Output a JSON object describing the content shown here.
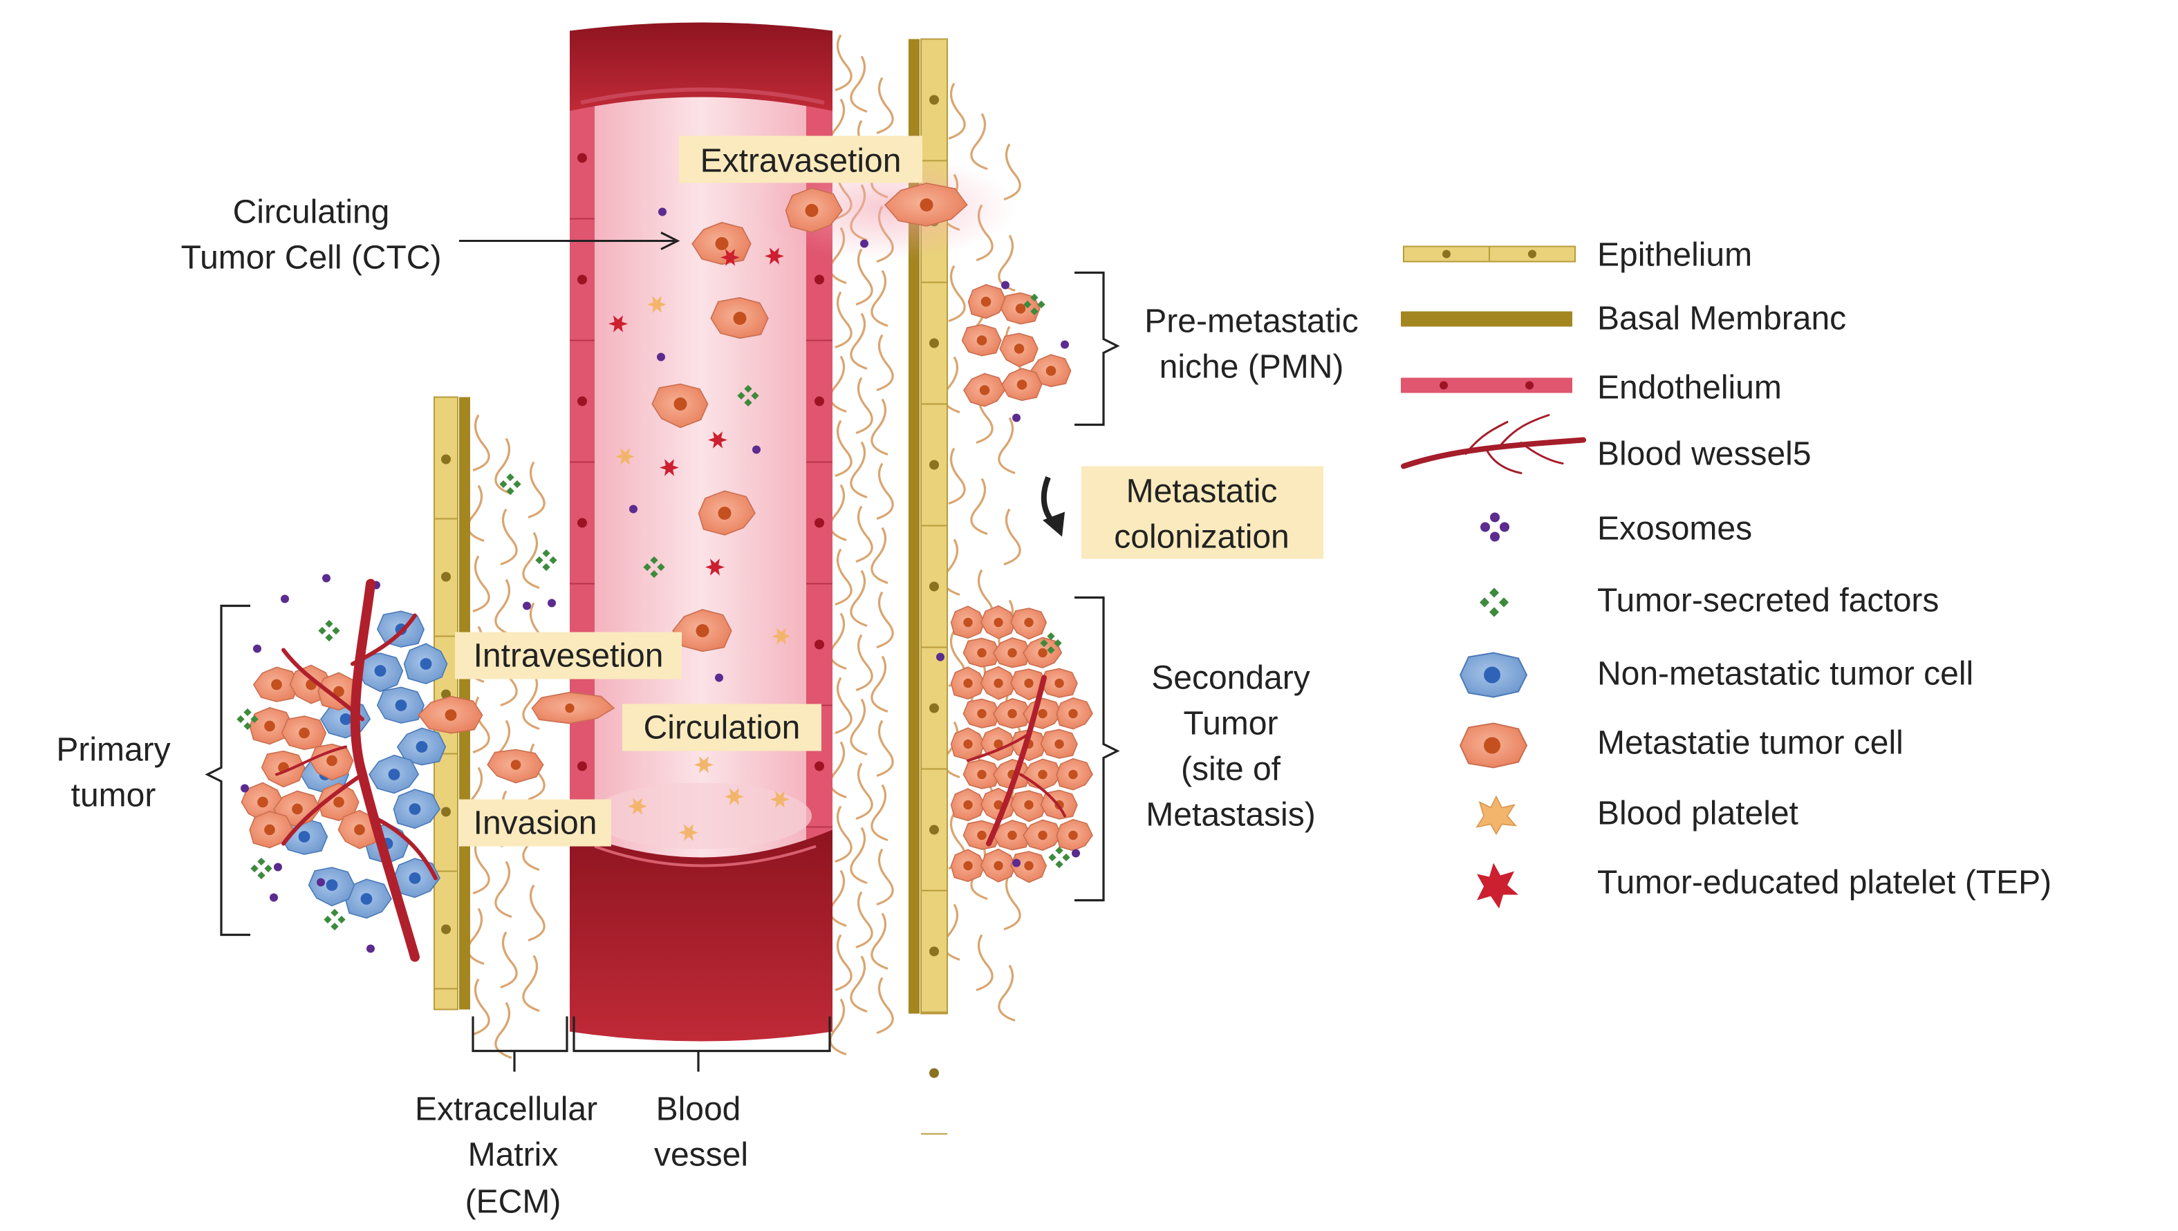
{
  "colors": {
    "background": "#ffffff",
    "epithelium": "#e9d27a",
    "epithelium_edge": "#b89b3c",
    "basal_membrane": "#a3861f",
    "endothelium": "#e0566f",
    "endothelium_dot": "#9c1424",
    "vessel_dark": "#a51d2a",
    "vessel_lumen": "#f6c8cf",
    "metastatic_cell": "#ef9373",
    "metastatic_nucleus": "#c4501f",
    "nonmetastatic_cell": "#7ba3d5",
    "nonmetastatic_nucleus": "#2f63b8",
    "exosome": "#5b2b8f",
    "tumor_factor": "#3d8a3d",
    "platelet": "#f2b56b",
    "tep": "#cc1f2f",
    "ecm_fiber": "#d9a570",
    "label_box": "#faeabd",
    "text": "#222222"
  },
  "labels": {
    "circulating_tumor_cell": [
      "Circulating",
      "Tumor Cell (CTC)"
    ],
    "extravasation": "Extravasetion",
    "intravasation": "Intravesetion",
    "circulation": "Circulation",
    "invasion": "Invasion",
    "pre_metastatic_niche": [
      "Pre-metastatic",
      "niche (PMN)"
    ],
    "metastatic_colonization": [
      "Metastatic",
      "colonization"
    ],
    "secondary_tumor": [
      "Secondary",
      "Tumor",
      "(site of",
      "Metastasis)"
    ],
    "primary_tumor": [
      "Primary",
      "tumor"
    ],
    "extracellular_matrix": [
      "Extracellular",
      "Matrix",
      "(ECM)"
    ],
    "blood_vessel": [
      "Blood",
      "vessel"
    ]
  },
  "legend": [
    {
      "key": "epithelium",
      "icon": "epithelium-bar",
      "label": "Epithelium"
    },
    {
      "key": "basal",
      "icon": "basal-membrane-bar",
      "label": "Basal Membranc"
    },
    {
      "key": "endothelium",
      "icon": "endothelium-bar",
      "label": "Endothelium"
    },
    {
      "key": "vessel",
      "icon": "blood-vessel-branch",
      "label": "Blood wessel5"
    },
    {
      "key": "exosomes",
      "icon": "exosome-cluster",
      "label": "Exosomes"
    },
    {
      "key": "factors",
      "icon": "tumor-factor-cluster",
      "label": "Tumor-secreted factors"
    },
    {
      "key": "nonmet",
      "icon": "non-metastatic-cell",
      "label": "Non-metastatic tumor cell"
    },
    {
      "key": "met",
      "icon": "metastatic-cell",
      "label": "Metastatie tumor cell"
    },
    {
      "key": "platelet",
      "icon": "blood-platelet",
      "label": "Blood platelet"
    },
    {
      "key": "tep",
      "icon": "tumor-educated-platelet",
      "label": "Tumor-educated platelet (TEP)"
    }
  ]
}
